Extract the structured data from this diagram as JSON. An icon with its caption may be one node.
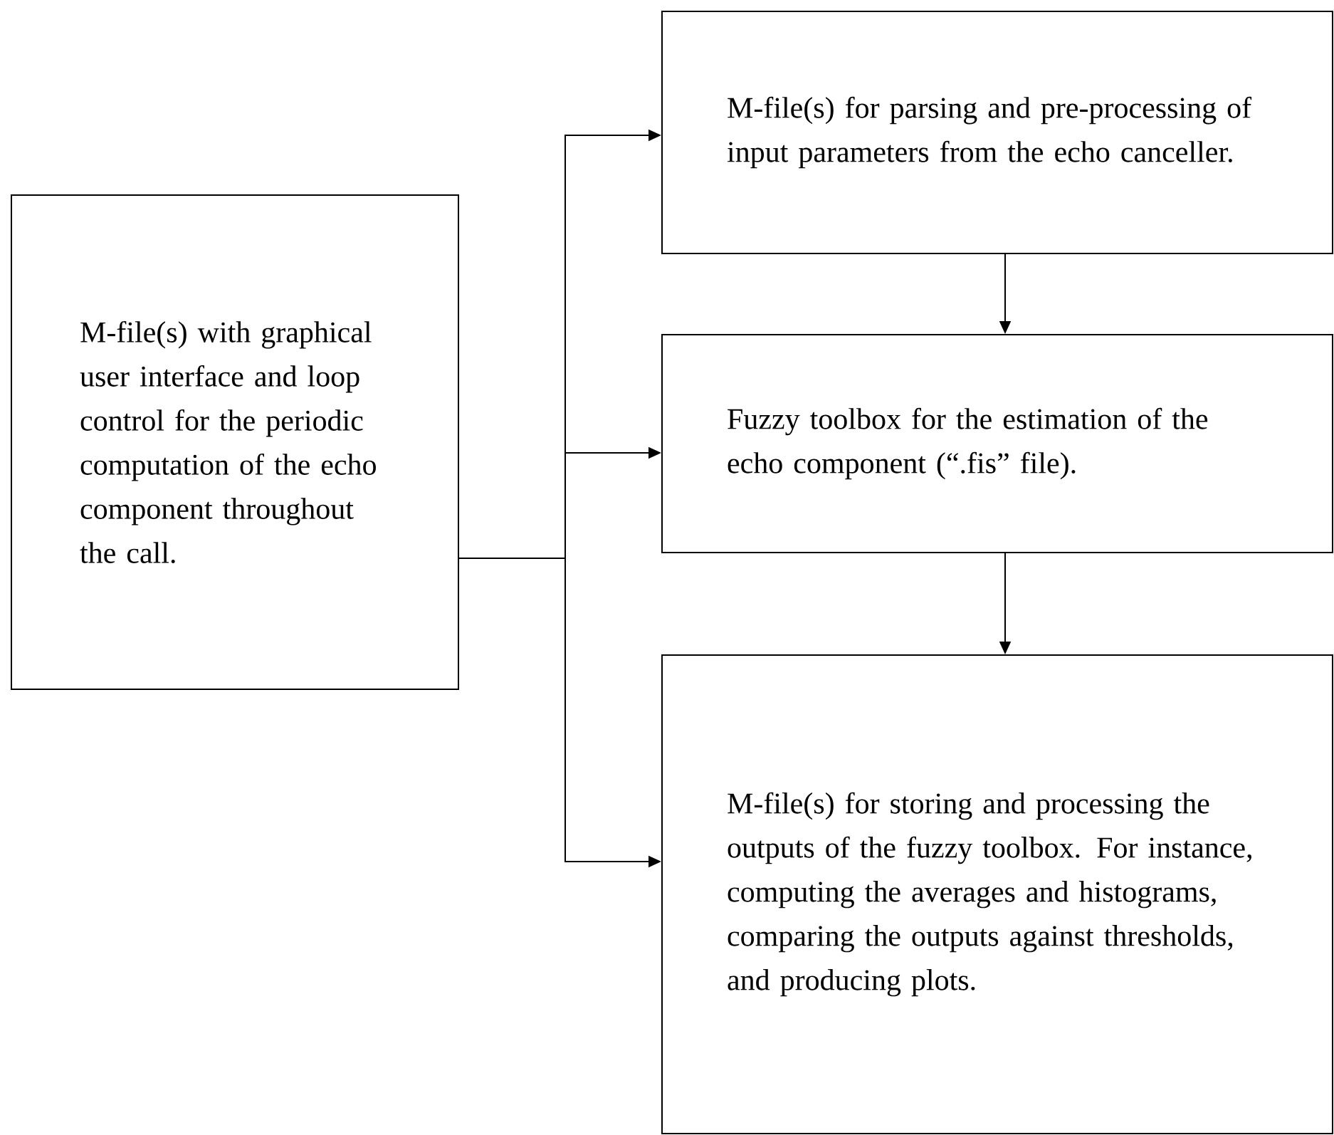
{
  "diagram": {
    "nodes": [
      {
        "text": [
          "M-file(s) with graphical user interface and loop control for the periodic computation of the echo component throughout the call."
        ]
      },
      {
        "text": [
          "M-file(s) for parsing and pre-processing of input parameters from the echo canceller."
        ]
      },
      {
        "text": [
          "Fuzzy toolbox for the estimation of the echo component (“.fis” file)."
        ]
      },
      {
        "text": [
          "M-file(s) for storing and processing the outputs of the fuzzy toolbox. For instance, computing the averages and histograms, comparing the outputs against thresholds, and producing plots."
        ]
      }
    ],
    "edges": [
      {
        "from": 0,
        "to": 1,
        "arrow": "to"
      },
      {
        "from": 0,
        "to": 2,
        "arrow": "to"
      },
      {
        "from": 0,
        "to": 3,
        "arrow": "to"
      },
      {
        "from": 1,
        "to": 2,
        "arrow": "to"
      },
      {
        "from": 2,
        "to": 3,
        "arrow": "to"
      }
    ]
  }
}
